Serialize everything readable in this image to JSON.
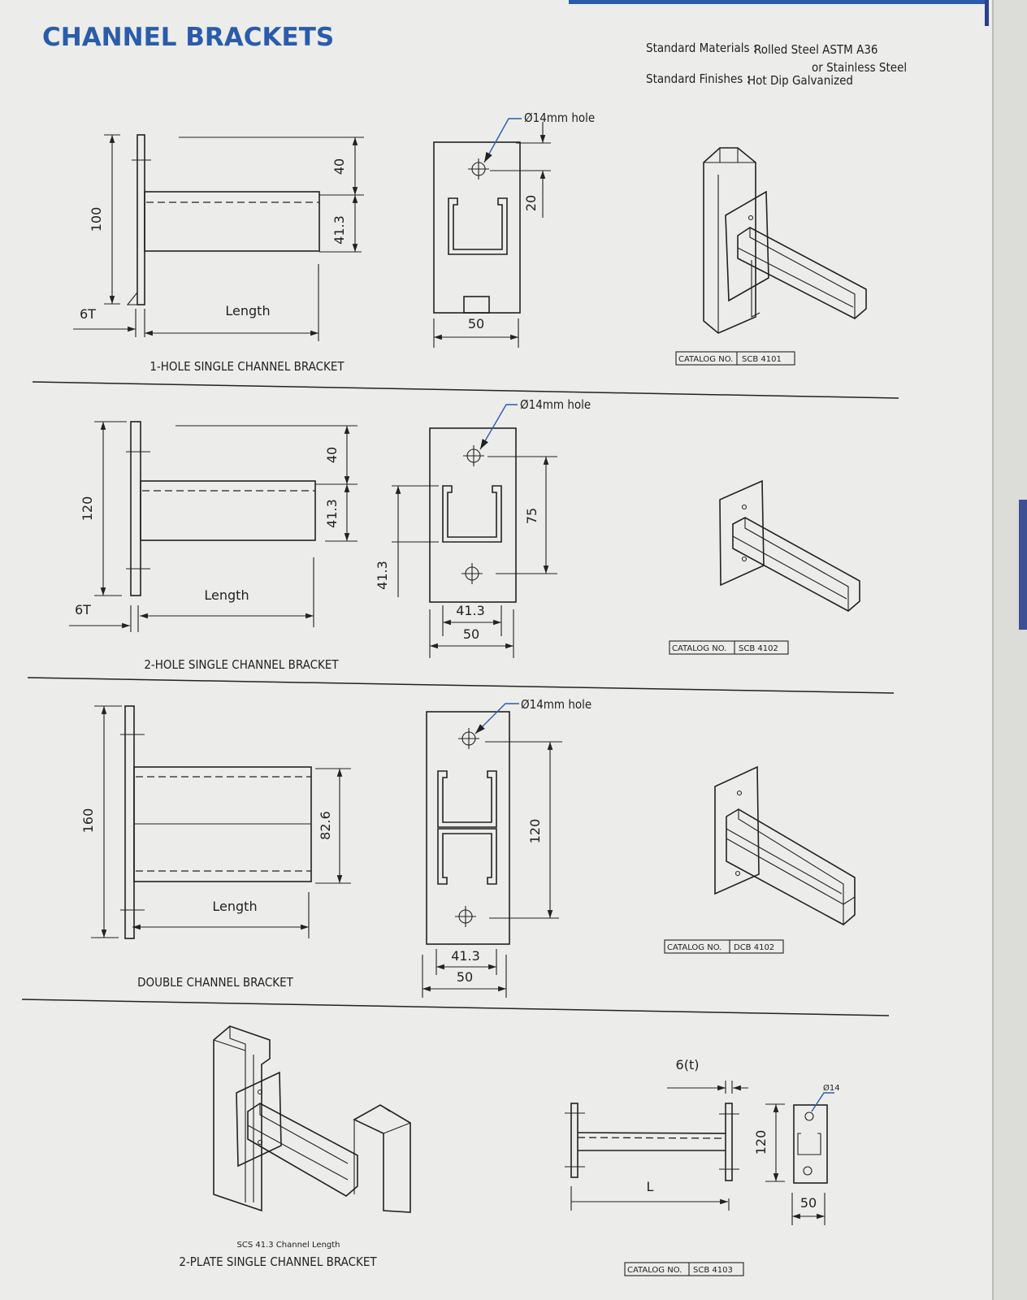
{
  "page": {
    "title": "CHANNEL BRACKETS",
    "accent_color": "#2a5caa",
    "materials_label": "Standard Materials :",
    "materials_value": "Rolled Steel ASTM A36",
    "materials_alt": "or Stainless Steel",
    "finishes_label": "Standard Finishes :",
    "finishes_value": "Hot Dip Galvanized"
  },
  "sections": [
    {
      "title": "1-HOLE SINGLE CHANNEL BRACKET",
      "dims": {
        "height": "100",
        "top": "40",
        "channel": "41.3",
        "thickness": "6T",
        "length": "Length",
        "hole_spacing": "20",
        "width": "50",
        "hole": "Ø14mm hole"
      },
      "catalog_label": "CATALOG NO.",
      "catalog_no": "SCB 4101"
    },
    {
      "title": "2-HOLE SINGLE CHANNEL BRACKET",
      "dims": {
        "height": "120",
        "top": "40",
        "channel": "41.3",
        "thickness": "6T",
        "length": "Length",
        "hole_spacing": "75",
        "channel_side": "41.3",
        "channel_width": "41.3",
        "width": "50",
        "hole": "Ø14mm hole"
      },
      "catalog_label": "CATALOG NO.",
      "catalog_no": "SCB 4102"
    },
    {
      "title": "DOUBLE CHANNEL BRACKET",
      "dims": {
        "height": "160",
        "channel": "82.6",
        "length": "Length",
        "hole_spacing": "120",
        "channel_width": "41.3",
        "width": "50",
        "hole": "Ø14mm hole"
      },
      "catalog_label": "CATALOG NO.",
      "catalog_no": "DCB 4102"
    },
    {
      "title": "2-PLATE SINGLE CHANNEL BRACKET",
      "subtitle": "SCS 41.3 Channel Length",
      "dims": {
        "thickness": "6(t)",
        "length": "L",
        "height": "120",
        "width": "50",
        "hole": "Ø14"
      },
      "catalog_label": "CATALOG NO.",
      "catalog_no": "SCB 4103"
    }
  ]
}
